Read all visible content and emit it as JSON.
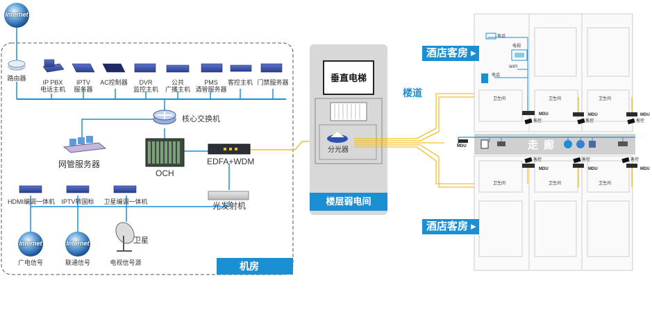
{
  "internet_label": "Internet",
  "server_room": {
    "label": "机房",
    "router": "路由器",
    "devices": [
      "IP PBX\n电话主机",
      "IPTV\n服务器",
      "AC控制器",
      "DVR\n监控主机",
      "公共\n广播主机",
      "PMS\n酒管服务器",
      "客控主机",
      "门禁服务器"
    ],
    "core_switch": "核心交换机",
    "nms": "网管服务器",
    "och": "OCH",
    "edfa": "EDFA+WDM",
    "optical_tx": "光发射机",
    "encoders": [
      "HDMI编调一体机",
      "IPTV转国标",
      "卫星编调一体机"
    ],
    "sources": [
      "广电信号",
      "联通信号",
      "电视信号源"
    ],
    "satellite": "卫星"
  },
  "weak_room": {
    "label": "楼层弱电间",
    "elevator": "垂直电梯",
    "splitter": "分光器"
  },
  "hotel": {
    "room_tag": "酒店客房",
    "corridor_tag": "楼道",
    "corridor": "走 廊",
    "mdu": "MDU",
    "guest_control": "客控",
    "bathroom": "卫生间",
    "phone": "电话",
    "tv": "电视",
    "wifi": "WIFI"
  },
  "colors": {
    "accent": "#1b8fd3",
    "fiber": "#f0c020",
    "dark_device": "#2a3f8f"
  }
}
